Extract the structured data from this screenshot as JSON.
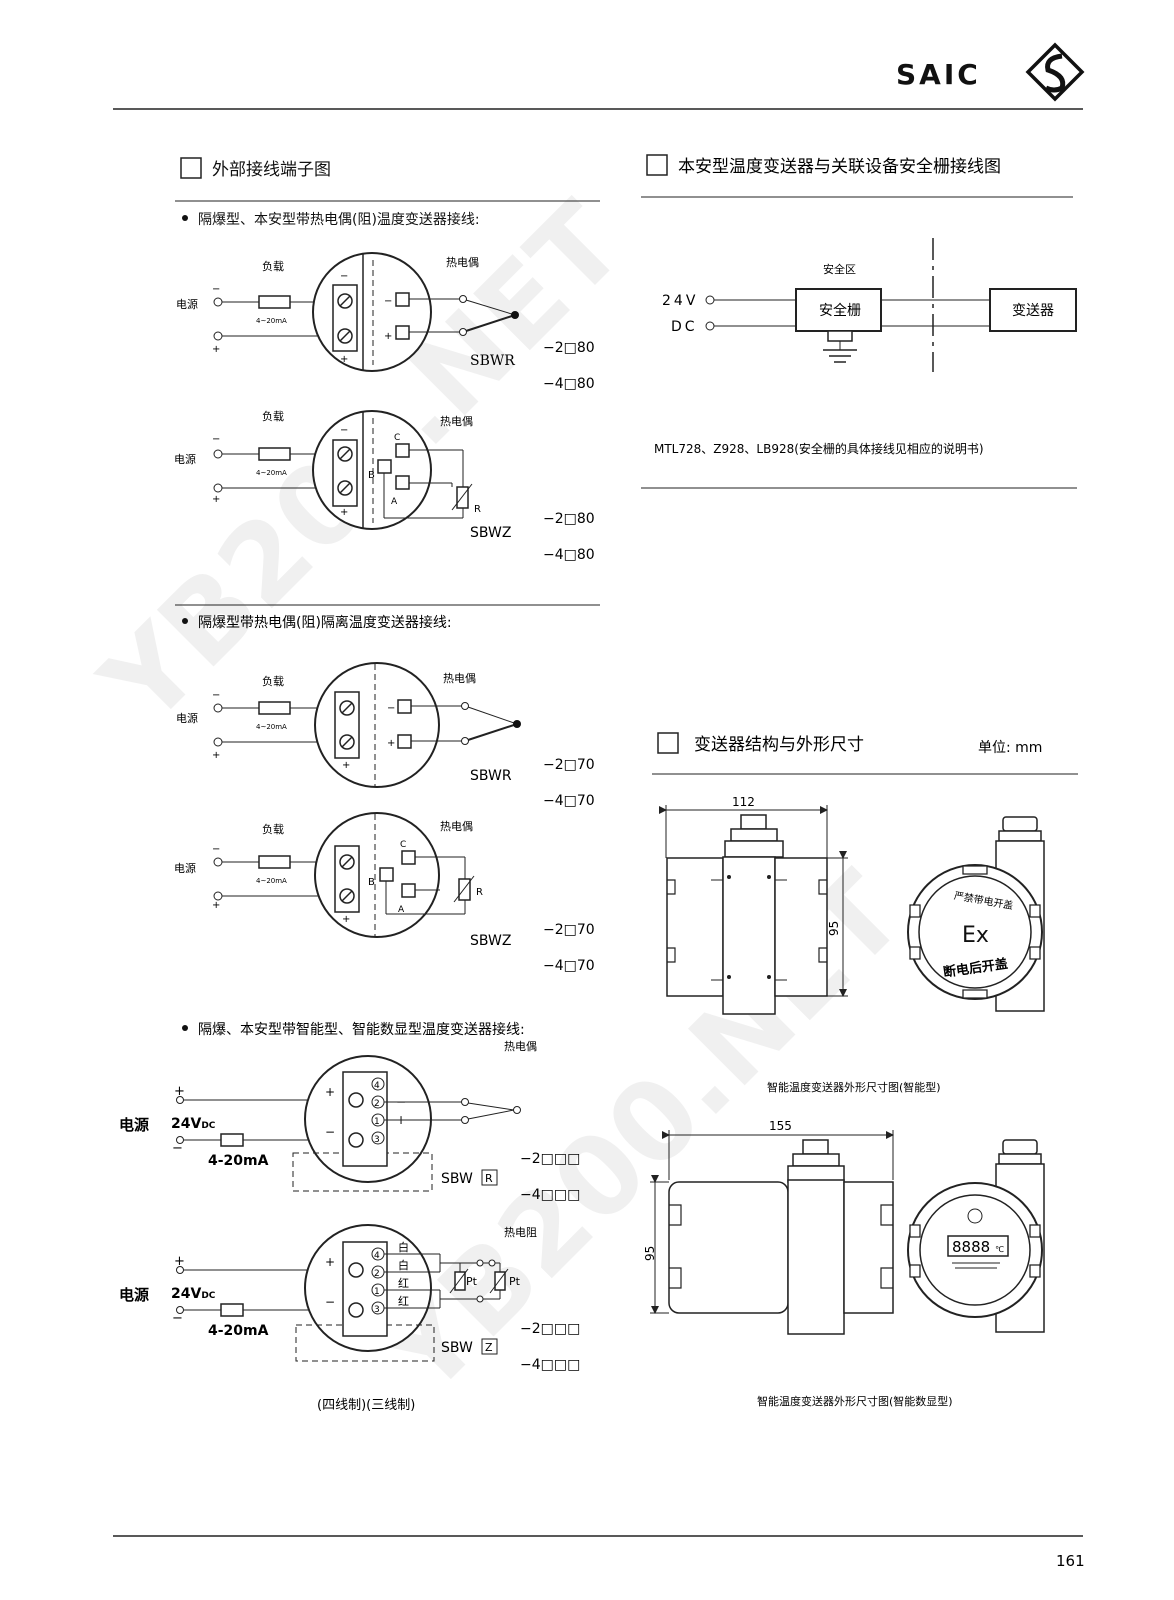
{
  "header": {
    "brand": "SAIC"
  },
  "page_number": "161",
  "watermark": "YB200.NET",
  "sections": {
    "terminal": {
      "title": "外部接线端子图"
    },
    "barrier": {
      "title": "本安型温度变送器与关联设备安全栅接线图"
    },
    "structure": {
      "title": "变送器结构与外形尺寸",
      "unit": "单位: mm"
    }
  },
  "bullets": {
    "b1": "隔爆型、本安型带热电偶(阻)温度变送器接线:",
    "b2": "隔爆型带热电偶(阻)隔离温度变送器接线:",
    "b3": "隔爆、本安型带智能型、智能数显型温度变送器接线:"
  },
  "labels": {
    "load": "负载",
    "power": "电源",
    "thermocouple": "热电偶",
    "thermal_resistance": "热电阻",
    "current": "4~20mA",
    "current_big": "4-20mA",
    "voltage": "24V",
    "dc_sub": "DC",
    "R": "R",
    "B": "B",
    "C": "C",
    "A": "A",
    "plus": "+",
    "minus": "−",
    "pt": "Pt",
    "white": "白",
    "red": "红",
    "t1": "1",
    "t2": "2",
    "t3": "3",
    "t4": "4",
    "wire_mode": "(四线制)(三线制)"
  },
  "models": {
    "sbwr": "SBWR",
    "sbwz": "SBWZ",
    "sbw": "SBW",
    "r_box": "R",
    "z_box": "Z",
    "c80_2": "−2□80",
    "c80_4": "−4□80",
    "c70_2": "−2□70",
    "c70_4": "−4□70",
    "c3_2": "−2□□□",
    "c3_4": "−4□□□"
  },
  "barrier": {
    "safe_zone": "安全区",
    "barrier_box": "安全栅",
    "transmitter_box": "变送器",
    "v24": "24V",
    "dc": "DC",
    "note": "MTL728、Z928、LB928(安全栅的具体接线见相应的说明书)"
  },
  "dimensions": {
    "w1": "112",
    "h1": "95",
    "w2": "155",
    "h2": "95",
    "cap1": "智能温度变送器外形尺寸图(智能型)",
    "cap2": "智能温度变送器外形尺寸图(智能数显型)",
    "ex": "Ex",
    "warning1": "严禁带电开盖",
    "warning2": "断电后开盖",
    "display": "8888",
    "deg": "℃"
  }
}
